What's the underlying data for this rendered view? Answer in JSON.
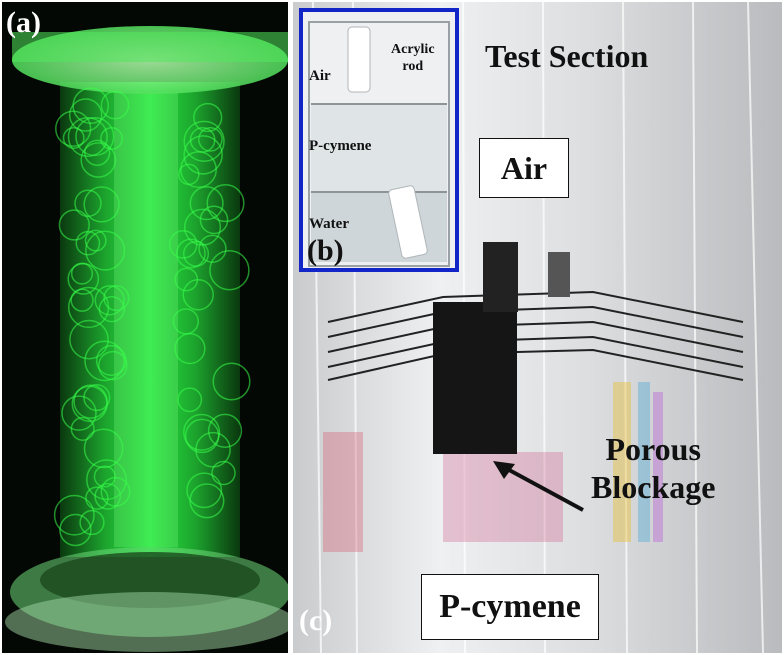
{
  "panels": {
    "a": {
      "tag": "(a)"
    },
    "b": {
      "tag": "(b)",
      "labels": {
        "air": "Air",
        "acrylic_rod": "Acrylic\nrod",
        "p_cymene": "P-cymene",
        "water": "Water"
      }
    },
    "c": {
      "tag": "(c)",
      "labels": {
        "test_section": "Test Section",
        "air": "Air",
        "porous_blockage": "Porous\nBlockage",
        "p_cymene": "P-cymene"
      }
    }
  },
  "colors": {
    "laser_green": "#39ff4a",
    "inset_border": "#1226c8",
    "background_dark": "#050805"
  },
  "icons": {
    "arrow": "arrow-icon"
  }
}
